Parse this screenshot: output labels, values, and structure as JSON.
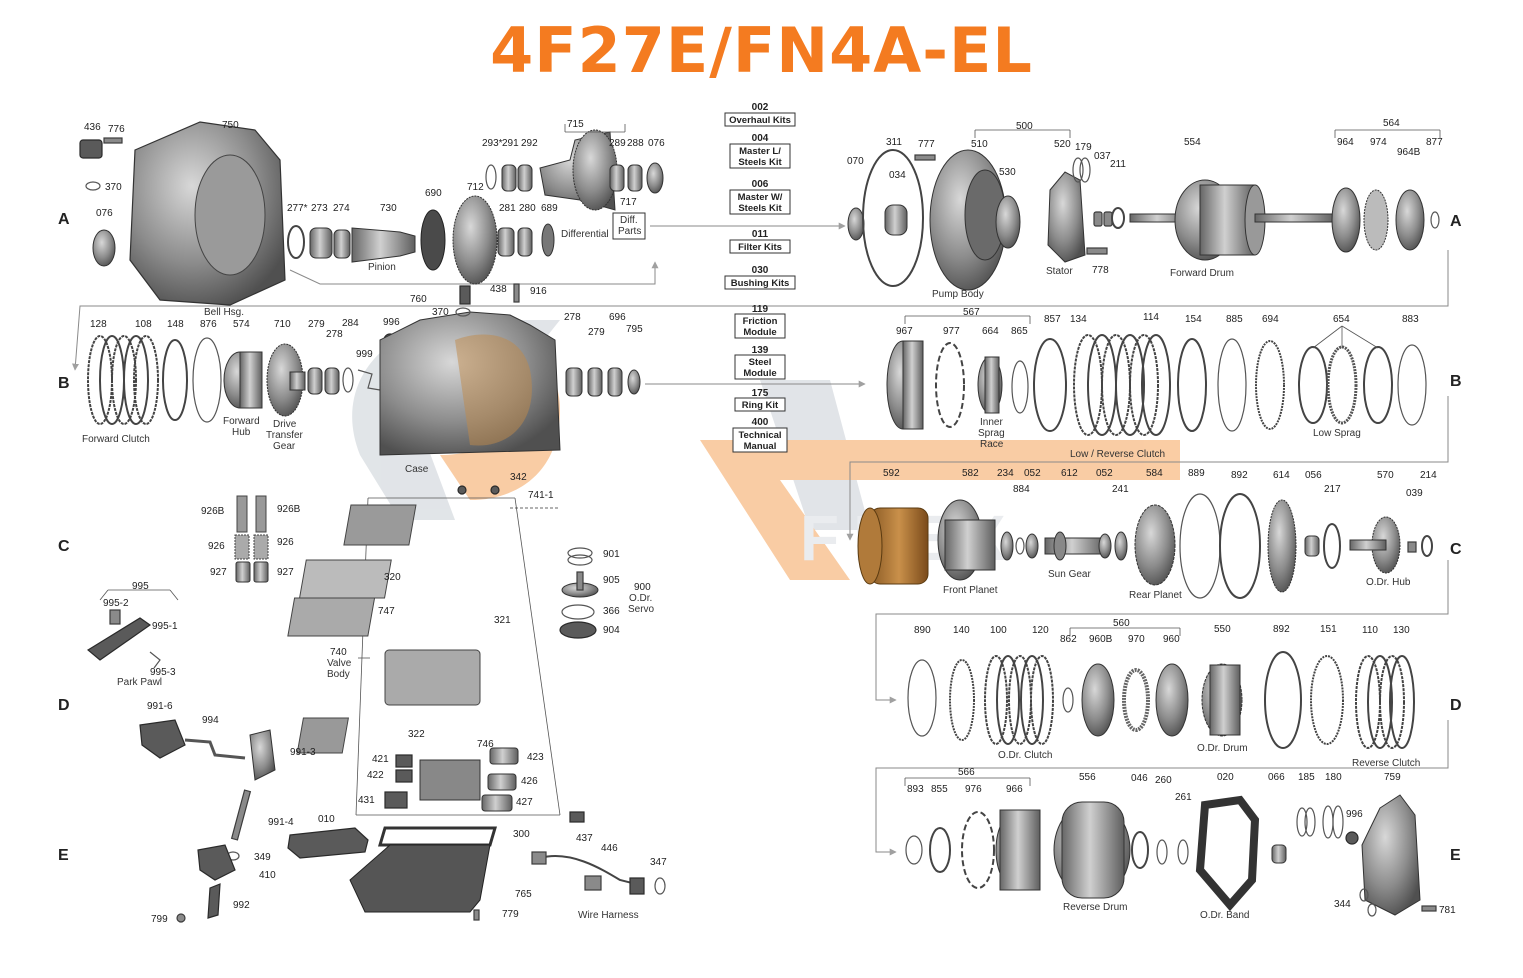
{
  "title": "4F27E/FN4A-EL",
  "colors": {
    "title": "#f47b20",
    "watermark_orange": "#f5a45a",
    "watermark_gray": "#c9cfd6"
  },
  "rows": [
    "A",
    "B",
    "C",
    "D",
    "E"
  ],
  "kits": [
    {
      "num": "002",
      "label": [
        "Overhaul Kits"
      ]
    },
    {
      "num": "004",
      "label": [
        "Master L/",
        "Steels Kit"
      ]
    },
    {
      "num": "006",
      "label": [
        "Master W/",
        "Steels Kit"
      ]
    },
    {
      "num": "011",
      "label": [
        "Filter Kits"
      ]
    },
    {
      "num": "030",
      "label": [
        "Bushing Kits"
      ]
    },
    {
      "num": "119",
      "label": [
        "Friction",
        "Module"
      ]
    },
    {
      "num": "139",
      "label": [
        "Steel",
        "Module"
      ]
    },
    {
      "num": "175",
      "label": [
        "Ring Kit"
      ]
    },
    {
      "num": "400",
      "label": [
        "Technical",
        "Manual"
      ]
    }
  ],
  "part_numbers": {
    "a_left": [
      "436",
      "776",
      "370",
      "750",
      "076",
      "277*",
      "273",
      "274",
      "730",
      "690",
      "712",
      "293*",
      "291",
      "292",
      "715",
      "289",
      "288",
      "076",
      "281",
      "280",
      "689",
      "717",
      "438",
      "916"
    ],
    "a_right": [
      "070",
      "311",
      "034",
      "777",
      "500",
      "510",
      "530",
      "520",
      "179",
      "037",
      "211",
      "778",
      "554",
      "564",
      "964",
      "974",
      "964B",
      "877"
    ],
    "b_left": [
      "128",
      "108",
      "148",
      "876",
      "574",
      "710",
      "279",
      "278",
      "284",
      "999",
      "996",
      "760",
      "370",
      "278",
      "279",
      "696",
      "795"
    ],
    "b_right": [
      "567",
      "967",
      "977",
      "664",
      "865",
      "857",
      "134",
      "114",
      "154",
      "885",
      "694",
      "654",
      "883"
    ],
    "c_left": [
      "926B",
      "926B",
      "926",
      "926",
      "927",
      "927",
      "342",
      "741-1",
      "995",
      "995-2",
      "995-1",
      "995-3",
      "901",
      "905",
      "900",
      "366",
      "904",
      "320",
      "747",
      "321"
    ],
    "c_right": [
      "592",
      "582",
      "234",
      "052",
      "884",
      "612",
      "052",
      "241",
      "584",
      "889",
      "892",
      "614",
      "056",
      "217",
      "570",
      "214",
      "039"
    ],
    "d_left": [
      "740",
      "991-6",
      "994",
      "991-3",
      "322",
      "746",
      "421",
      "423",
      "422",
      "426",
      "431",
      "427"
    ],
    "d_right": [
      "890",
      "140",
      "100",
      "120",
      "560",
      "862",
      "960B",
      "970",
      "960",
      "550",
      "892",
      "151",
      "110",
      "130"
    ],
    "e_left": [
      "991-4",
      "010",
      "300",
      "437",
      "446",
      "347",
      "349",
      "410",
      "765",
      "992",
      "799",
      "779"
    ],
    "e_right": [
      "566",
      "893",
      "855",
      "976",
      "966",
      "556",
      "046",
      "260",
      "261",
      "020",
      "066",
      "185",
      "180",
      "996",
      "759",
      "344",
      "781"
    ]
  },
  "labels": {
    "bell": "Bell Hsg.",
    "pinion": "Pinion",
    "differential": "Differential",
    "diff_parts": [
      "Diff.",
      "Parts"
    ],
    "pump_body": "Pump Body",
    "stator": "Stator",
    "forward_drum": "Forward Drum",
    "forward_clutch": "Forward Clutch",
    "forward_hub": [
      "Forward",
      "Hub"
    ],
    "drive_gear": [
      "Drive",
      "Transfer",
      "Gear"
    ],
    "case": "Case",
    "inner_race": [
      "Inner",
      "Sprag",
      "Race"
    ],
    "low_rev": "Low / Reverse Clutch",
    "low_sprag": "Low Sprag",
    "front_planet": "Front Planet",
    "sun_gear": "Sun Gear",
    "rear_planet": "Rear Planet",
    "odr_hub": "O.Dr. Hub",
    "park_pawl": "Park Pawl",
    "odr_servo": [
      "O.Dr.",
      "Servo"
    ],
    "valve_body": [
      "Valve",
      "Body"
    ],
    "odr_clutch": "O.Dr. Clutch",
    "odr_drum": "O.Dr. Drum",
    "reverse_clutch": "Reverse Clutch",
    "wire_harness": "Wire Harness",
    "reverse_drum": "Reverse Drum",
    "odr_band": "O.Dr. Band"
  }
}
